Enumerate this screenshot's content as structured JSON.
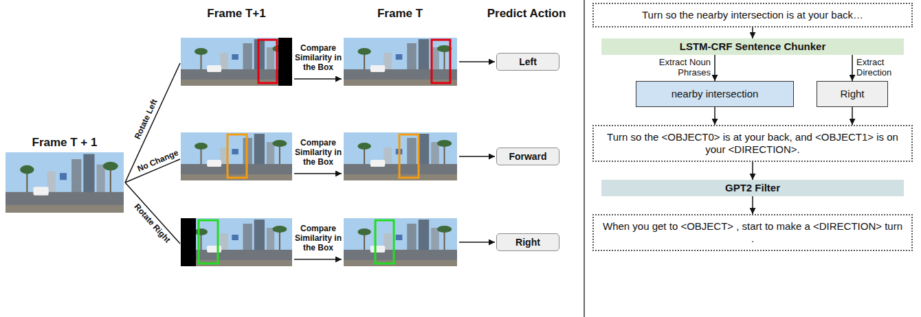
{
  "diagram": {
    "nodes": [
      {
        "text": [
          "Left"
        ]
      },
      {
        "text": [
          "Forward"
        ]
      },
      {
        "text": [
          "Right"
        ]
      },
      {
        "text": [
          "Turn so the nearby intersection is at your back…"
        ]
      },
      {
        "text": [
          "LSTM-CRF Sentence Chunker"
        ]
      },
      {
        "text": [
          "nearby intersection"
        ]
      },
      {
        "text": [
          "Right"
        ]
      },
      {
        "text": [
          "Turn so the <OBJECT0> is at your back, and <OBJECT1> is on your <DIRECTION>."
        ]
      },
      {
        "text": [
          "GPT2 Filter"
        ]
      },
      {
        "text": [
          "When you get to <OBJECT> , start to make a <DIRECTION> turn ."
        ]
      }
    ],
    "edges": [
      {
        "from": 3,
        "to": 4,
        "arrow": "to"
      },
      {
        "from": 4,
        "to": 5,
        "arrow": "to",
        "label": "Extract Noun Phrases"
      },
      {
        "from": 4,
        "to": 6,
        "arrow": "to",
        "label": "Extract Direction"
      },
      {
        "from": 5,
        "to": 7,
        "arrow": "to"
      },
      {
        "from": 6,
        "to": 7,
        "arrow": "to"
      },
      {
        "from": 7,
        "to": 8,
        "arrow": "to"
      },
      {
        "from": 8,
        "to": 9,
        "arrow": "to"
      }
    ],
    "labels": [
      "Frame T+1",
      "Frame T",
      "Predict Action",
      "Frame T + 1",
      "Rotate Left",
      "No Change",
      "Rotate Right",
      "Compare Similarity in the Box",
      "Compare Similarity in the Box",
      "Compare Similarity in the Box"
    ]
  }
}
